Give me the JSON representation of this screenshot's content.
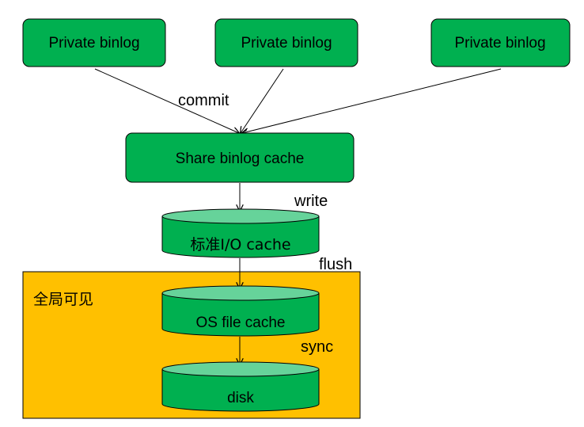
{
  "diagram": {
    "private_boxes": [
      "Private binlog",
      "Private binlog",
      "Private binlog"
    ],
    "share_cache": "Share binlog cache",
    "stdio_cache": "标准I/O cache",
    "os_cache": "OS file cache",
    "disk": "disk",
    "region_label": "全局可见",
    "edge_labels": {
      "commit": "commit",
      "write": "write",
      "flush": "flush",
      "sync": "sync"
    }
  },
  "colors": {
    "box_fill": "#00B050",
    "cylinder_top": "#66D39A",
    "region_fill": "#FFC000",
    "stroke": "#000000"
  }
}
